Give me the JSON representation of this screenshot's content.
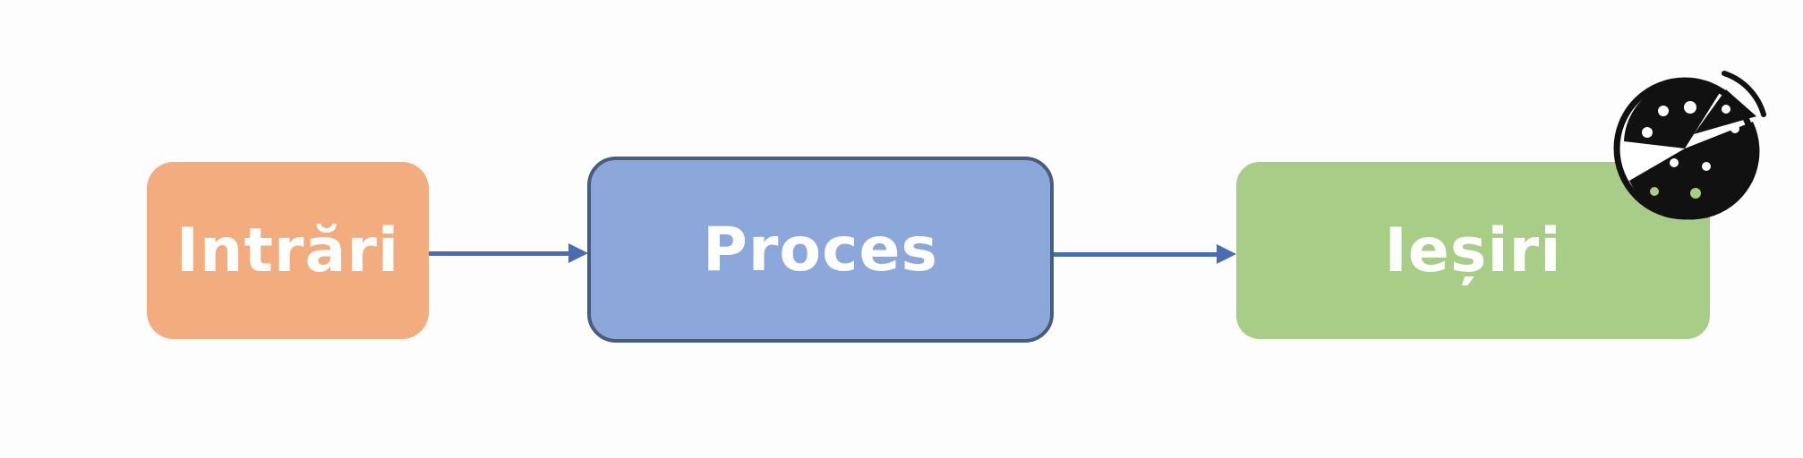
{
  "diagram": {
    "nodes": [
      {
        "label": "Intrări",
        "color": "#f2ac7e"
      },
      {
        "label": "Proces",
        "color": "#8ca7da"
      },
      {
        "label": "Ieșiri",
        "color": "#a7cd87"
      }
    ],
    "arrows": [
      {
        "from": "Intrări",
        "to": "Proces"
      },
      {
        "from": "Proces",
        "to": "Ieșiri"
      }
    ],
    "arrow_color": "#4a6cb3",
    "corner_icon": "pizza-icon"
  }
}
